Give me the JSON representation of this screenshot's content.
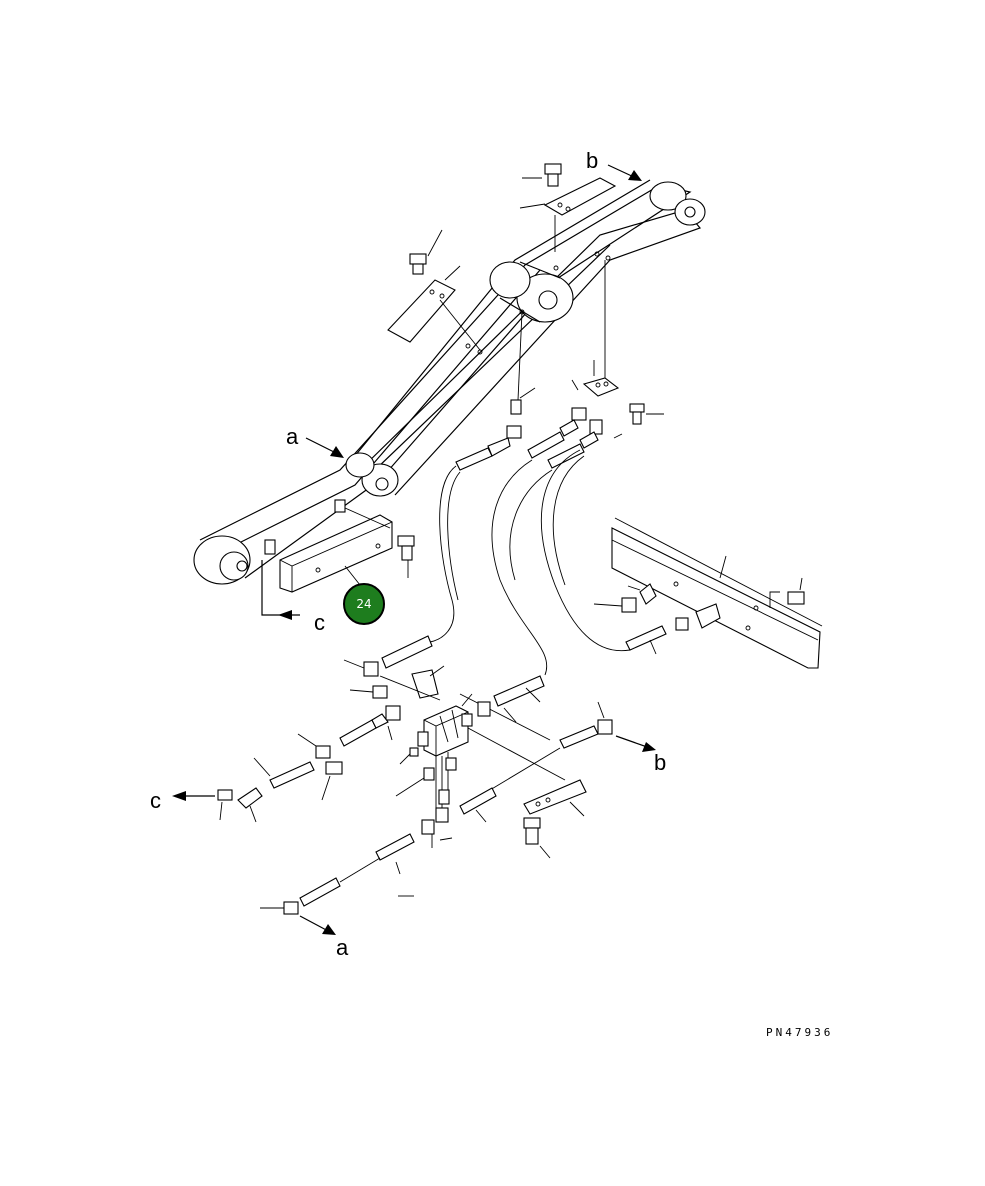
{
  "diagram": {
    "refs": {
      "a_top": "a",
      "a_bottom": "a",
      "b_top": "b",
      "b_right": "b",
      "c_left": "c",
      "c_mid": "c"
    },
    "callout": {
      "number": "24",
      "color": "#1e7d1e"
    },
    "part_number": "PN47936"
  }
}
